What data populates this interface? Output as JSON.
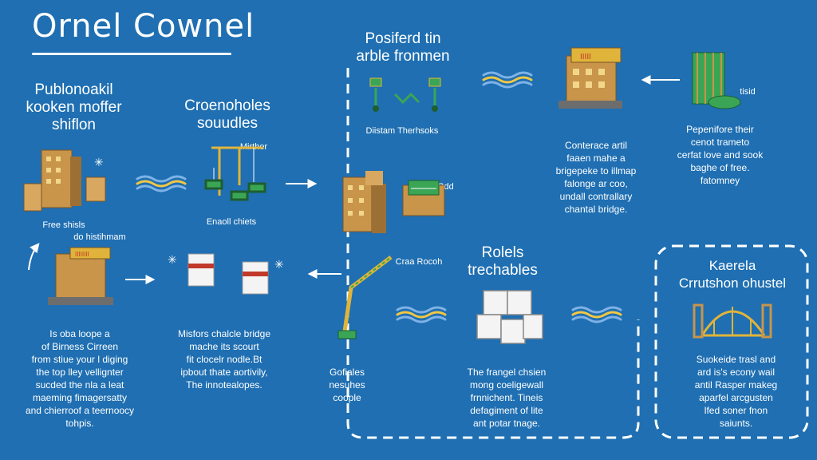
{
  "title": "Ornel Cownel",
  "sections": {
    "s1": {
      "heading": "Publonoakil\nkooken moffer\nshiflon",
      "labels": [
        "Free shisls",
        "do histihmam"
      ]
    },
    "s2": {
      "heading": "Croenoholes\nsouudles",
      "labels": [
        "Mirther",
        "Enaoll chiets"
      ]
    },
    "s3": {
      "heading": "Posiferd tin\narble fronmen",
      "labels": [
        "Diistam Therhsoks",
        "Bdd"
      ]
    },
    "s4": {
      "paragraph": "Conterace artil\nfaaen mahe a\nbrigepeke to illmap\nfalonge ar coo,\nundall contrallary\nchantal bridge."
    },
    "s5": {
      "labels": [
        "tisid"
      ],
      "paragraph": "Pepenifore their\ncenot trameto\ncerfat love and sook\nbaghe of free.\nfatomney"
    },
    "s6": {
      "paragraph": "Is oba loope a\nof Birness Cirreen\nfrom stiue your l diging\nthe top lley vellignter\nsucded the nla a leat\nmaeming fimagersatty\nand chierroof a teernoocy\ntohpis."
    },
    "s7": {
      "paragraph": "Misfors chalcle bridge\nmache its scourt\nfit clocelr nodle.Bt\nipbout thate aortivily,\nThe innotealopes."
    },
    "s8": {
      "labels": [
        "Craa Rocoh"
      ],
      "paragraph": "Gofiales\nnesuhes\ncoople"
    },
    "s9": {
      "heading": "Rolels\ntrechables",
      "paragraph": "The frangel chsien\nmong coeligewall\nfrnnichent. Tineis\ndefagiment of lite\nant potar tnage."
    },
    "s10": {
      "heading": "Kaerela\nCrrutshon ohustel",
      "paragraph": "Suokeide trasl and\nard is's econy wail\nantil Rasper makeg\naparfel arcgusten\nlfed soner fnon\nsaiunts."
    }
  },
  "colors": {
    "background": "#1f6fb2",
    "wave_yellow": "#f2c744",
    "wave_blue": "#7fb2e6",
    "building": "#c8954a",
    "gear_green": "#3aa655",
    "crane_yellow": "#e0b43a"
  },
  "icons": [
    "building-cluster-icon",
    "crane-icon",
    "drone-pair-icon",
    "barrel-crate-icon",
    "signboard-building-icon",
    "green-reactor-icon",
    "city-cubes-icon",
    "crane-arm-icon",
    "stacked-cubes-icon",
    "ferris-bridge-icon"
  ]
}
